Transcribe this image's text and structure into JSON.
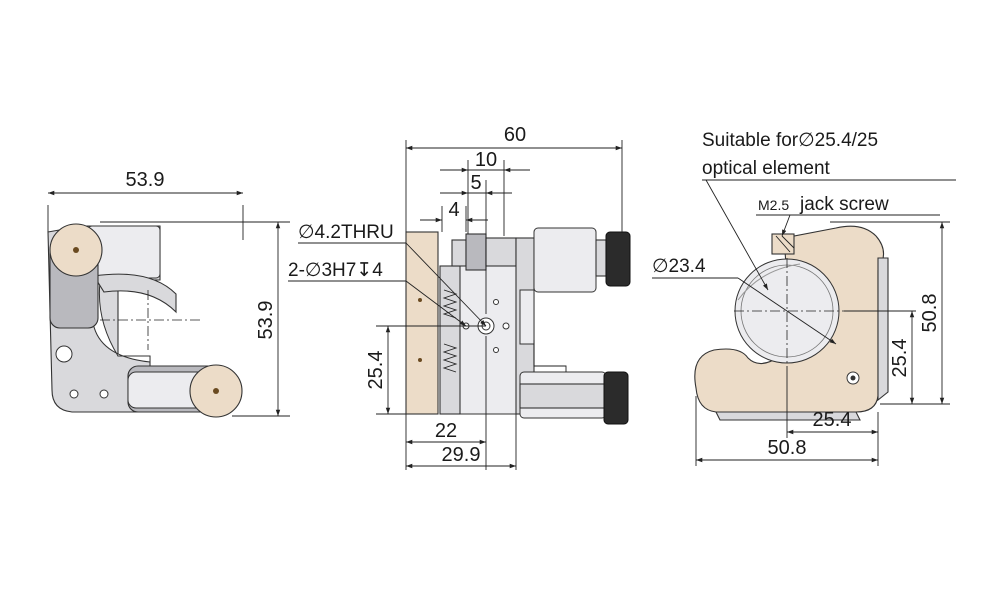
{
  "colors": {
    "metal": "#d9d9dc",
    "brass": "#ecdcc8",
    "knob": "#2b2b2b",
    "line": "#222222"
  },
  "left_view": {
    "width_dim": "53.9",
    "height_dim": "53.9"
  },
  "middle_view": {
    "overall_depth_dim": "60",
    "dim_10": "10",
    "dim_5": "5",
    "dim_4": "4",
    "hole_callout_thru": "∅4.2THRU",
    "hole_callout_pins": "2-∅3H7↧4",
    "height_dim": "25.4",
    "bottom_dim_22": "22",
    "bottom_dim_29_9": "29.9"
  },
  "right_view": {
    "note_line1": "Suitable for∅25.4/25",
    "note_line2": "optical element",
    "screw_size": "M2.5",
    "screw_label": "jack screw",
    "aperture_dim": "∅23.4",
    "height_dim_50_8": "50.8",
    "height_dim_25_4": "25.4",
    "width_dim_25_4": "25.4",
    "width_dim_50_8": "50.8"
  }
}
